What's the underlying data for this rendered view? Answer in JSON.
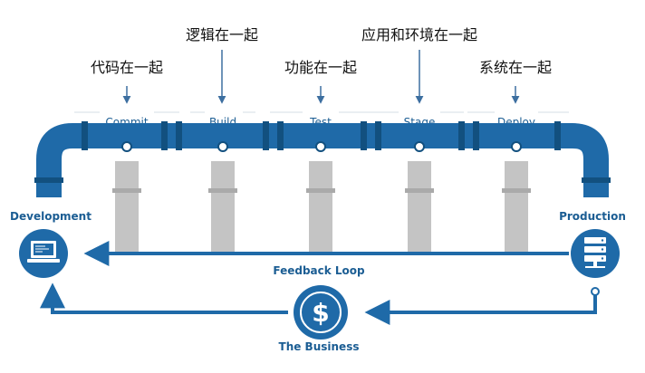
{
  "stages": [
    {
      "label": "Commit",
      "caption": "代码在一起"
    },
    {
      "label": "Build",
      "caption": "逻辑在一起"
    },
    {
      "label": "Test",
      "caption": "功能在一起"
    },
    {
      "label": "Stage",
      "caption": "应用和环境在一起"
    },
    {
      "label": "Deploy",
      "caption": "系统在一起"
    }
  ],
  "nodes": {
    "development": "Development",
    "production": "Production",
    "business": "The Business",
    "business_symbol": "$"
  },
  "feedback_label": "Feedback Loop",
  "colors": {
    "pipe_blue": "#1f6aa8",
    "pipe_dark": "#12507f",
    "support_gray": "#c4c4c4",
    "text_blue": "#1b5d93"
  }
}
